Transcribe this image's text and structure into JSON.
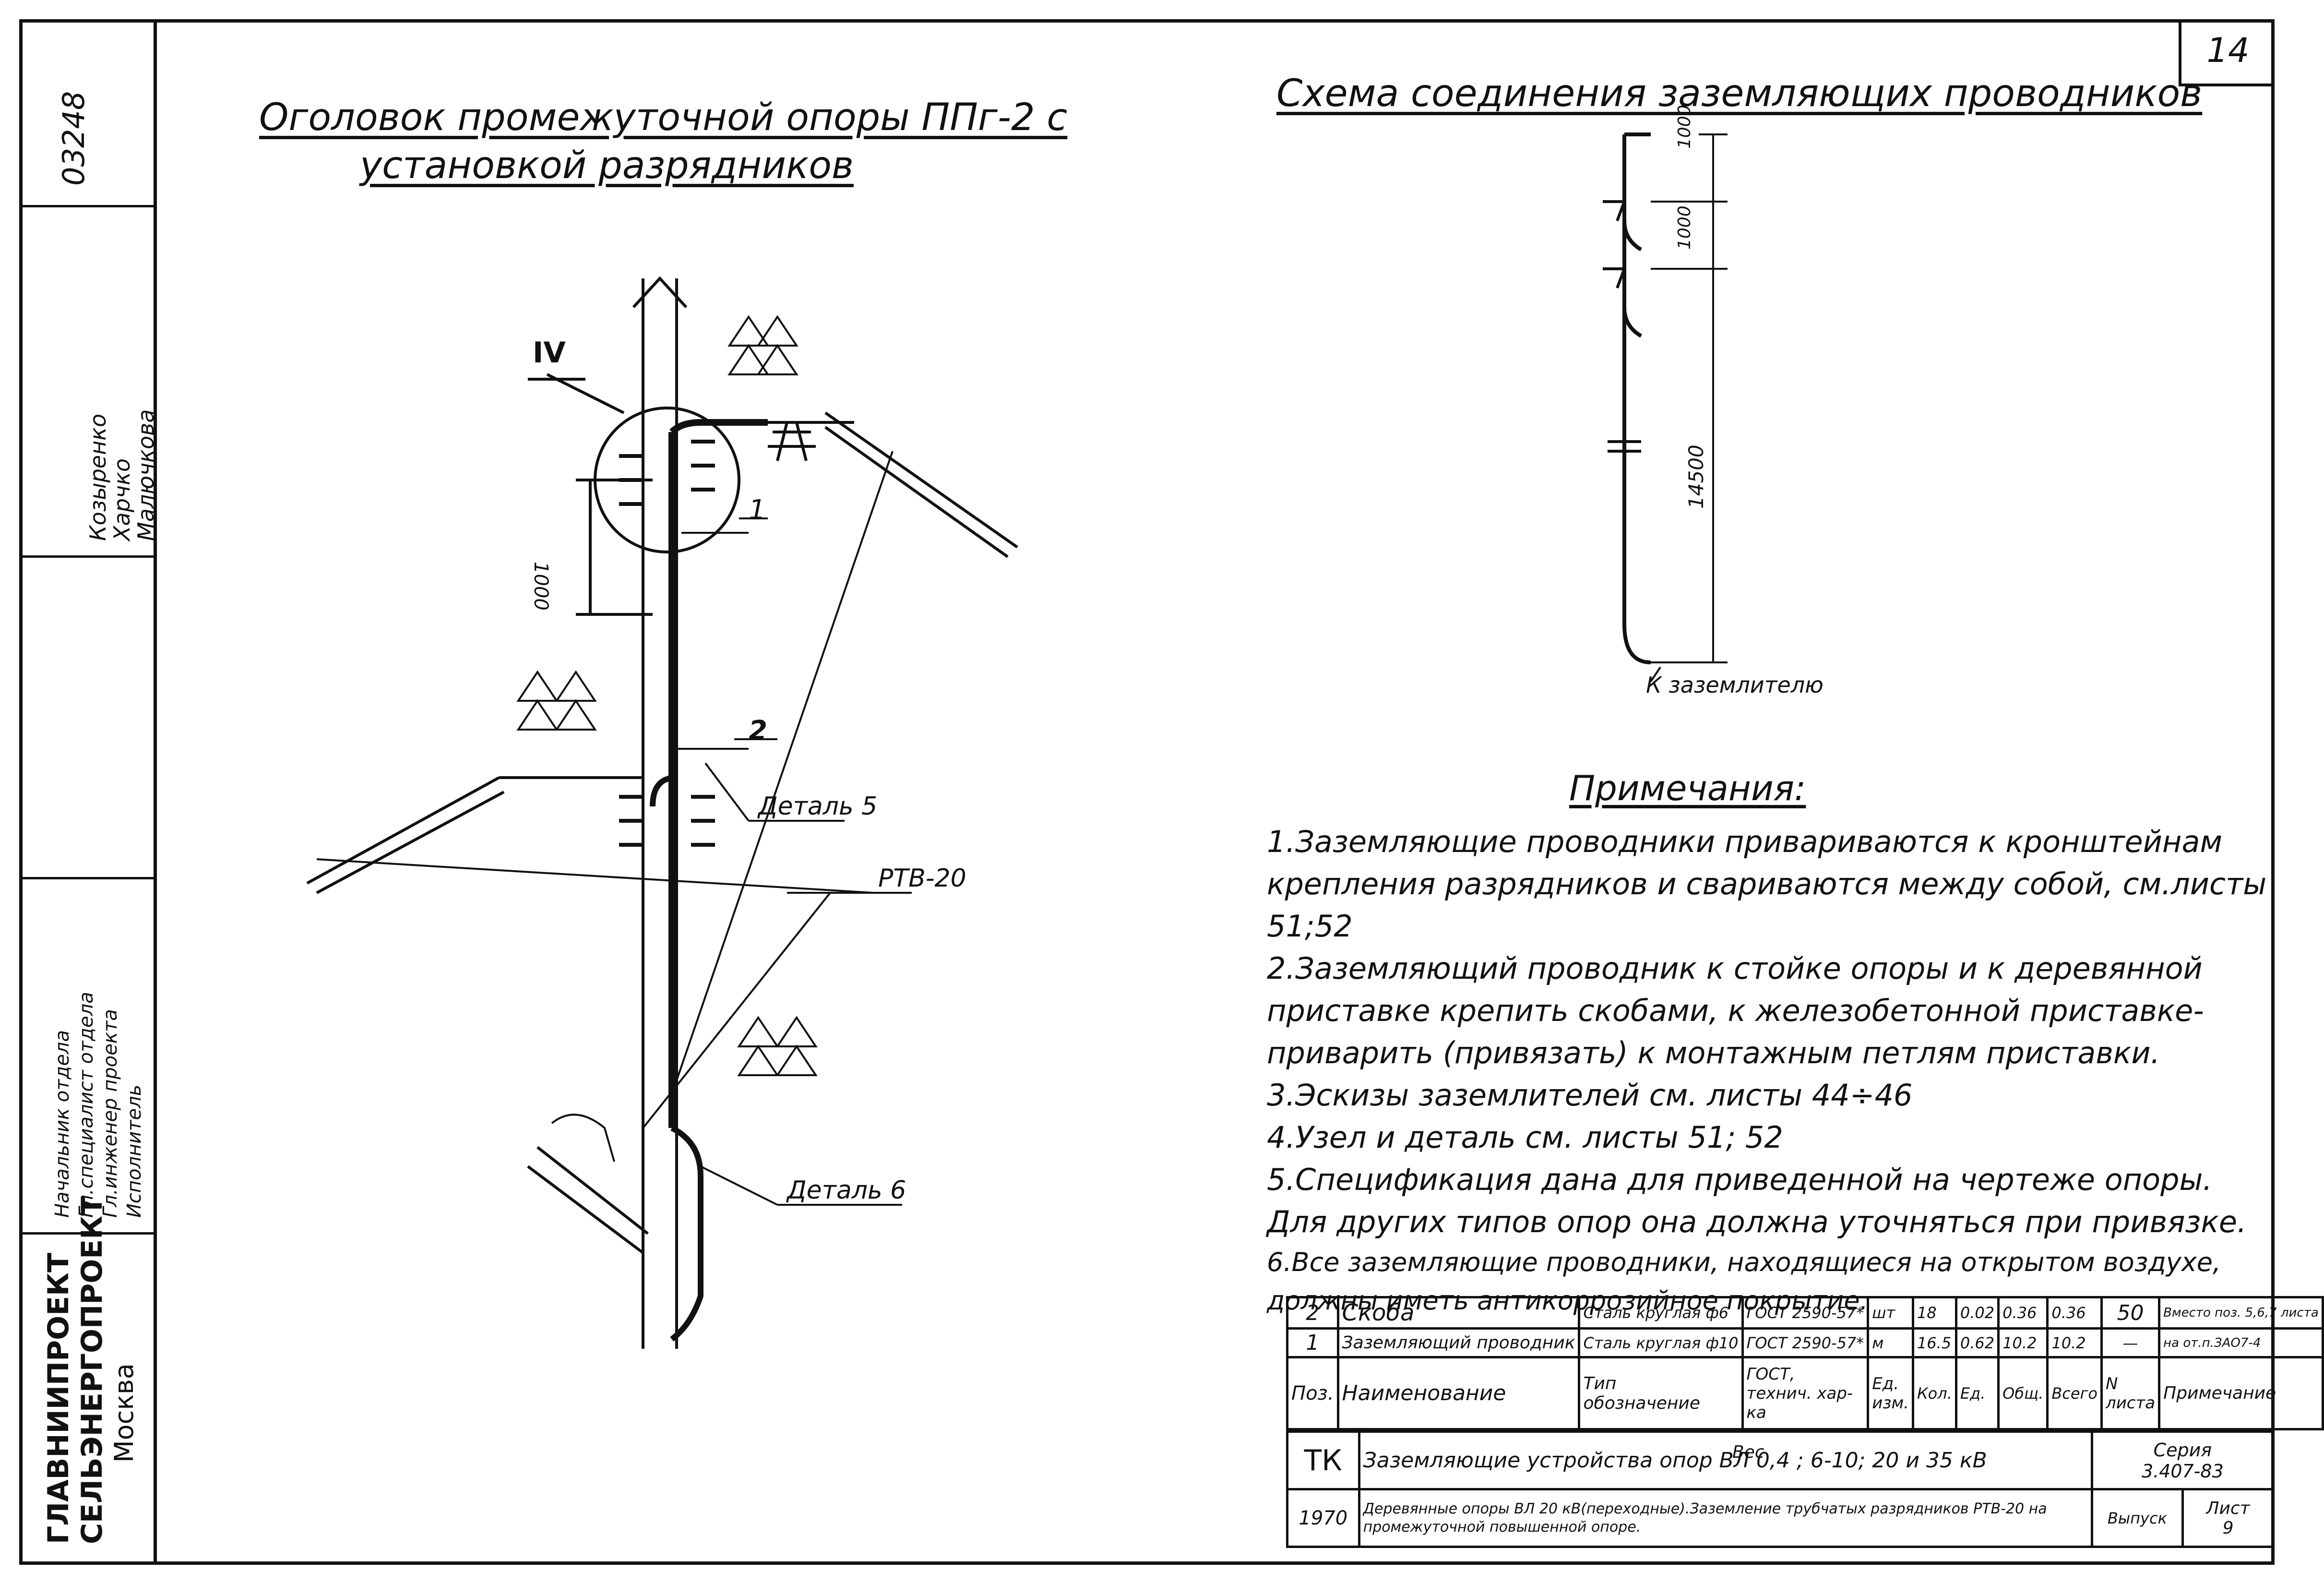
{
  "sheet_number": "14",
  "left_strip": {
    "doc_number": "03248",
    "names": [
      "Козыренко",
      "Харчко",
      "Малючкова"
    ],
    "roles": [
      "Начальник отдела",
      "Гл.специалист отдела",
      "Гл.инженер проекта",
      "Исполнитель"
    ],
    "org_line1": "ГЛАВНИИПРОЕКТ",
    "org_line2": "СЕЛЬЭНЕРГОПРОЕКТ",
    "org_line3": "Москва"
  },
  "left_drawing": {
    "title_line1": "Оголовок промежуточной опоры ППг-2 с",
    "title_line2": "установкой разрядников",
    "callout_iv": "IV",
    "dim_1000": "1000",
    "pos_1": "1",
    "pos_2": "2",
    "detail_5": "Деталь 5",
    "arrester": "РТВ-20",
    "detail_6": "Деталь 6"
  },
  "right_drawing": {
    "title": "Схема соединения заземляющих проводников",
    "dim_top1": "1000",
    "dim_top2": "1000",
    "dim_main": "14500",
    "to_ground": "К заземлителю"
  },
  "notes": {
    "heading": "Примечания:",
    "items": [
      "1.Заземляющие проводники привариваются к кронштейнам крепления разрядников и свариваются между собой, см.листы 51;52",
      "2.Заземляющий проводник к стойке опоры и к деревянной приставке крепить скобами, к железобетонной приставке-приварить (привязать) к монтажным петлям приставки.",
      "3.Эскизы заземлителей см. листы 44÷46",
      "4.Узел и деталь см. листы 51; 52",
      "5.Спецификация дана для приведенной на чертеже опоры. Для других типов опор она должна уточняться при привязке.",
      "6.Все заземляющие проводники, находящиеся на открытом воздухе, должны иметь антикоррозийное покрытие."
    ]
  },
  "spec_table": {
    "rows": [
      [
        "2",
        "Скоба",
        "Сталь круглая ф6",
        "ГОСТ 2590-57*",
        "шт",
        "18",
        "0.02",
        "0.36",
        "0.36",
        "50",
        "Вместо поз. 5,6,7 листа"
      ],
      [
        "1",
        "Заземляющий проводник",
        "Сталь круглая ф10",
        "ГОСТ 2590-57*",
        "м",
        "16.5",
        "0.62",
        "10.2",
        "10.2",
        "—",
        "на от.п.ЗАО7-4"
      ]
    ],
    "header": {
      "pos": "Поз.",
      "name": "Наименование",
      "type": "Тип обозначение",
      "gost": "ГОСТ, технич. хар-ка",
      "unit": "Ед. изм.",
      "qty": "Кол.",
      "unit_w": "Ед.",
      "total_w": "Общ.",
      "all_w": "Всего",
      "weight": "Вес",
      "sheet": "N листа",
      "note": "Примечание"
    }
  },
  "title_block": {
    "code": "ТК",
    "title1": "Заземляющие устройства опор ВЛ 0,4 ; 6-10; 20 и 35 кВ",
    "series_label": "Серия",
    "series": "3.407-83",
    "year": "1970",
    "title2": "Деревянные опоры ВЛ 20 кВ(переходные).Заземление трубчатых разрядников РТВ-20 на промежуточной повышенной опоре.",
    "issue_label": "Выпуск",
    "sheet_label": "Лист",
    "sheet": "9"
  }
}
